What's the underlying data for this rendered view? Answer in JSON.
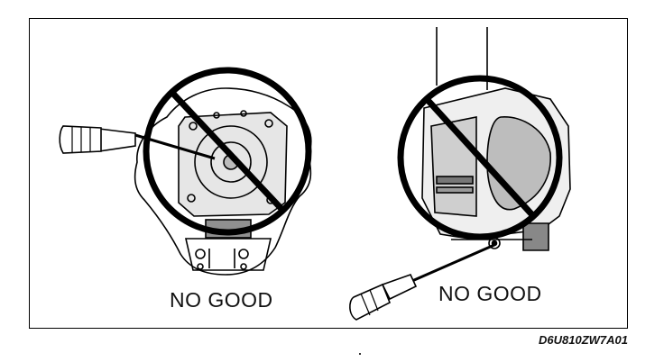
{
  "captions": {
    "left": "NO GOOD",
    "right": "NO GOOD"
  },
  "figure_code": "D6U810ZW7A01",
  "icons": {
    "prohibition": "no-symbol-icon",
    "tool": "screwdriver-icon"
  },
  "colors": {
    "line": "#000000",
    "shade": "#9a9a9a",
    "background": "#ffffff"
  }
}
